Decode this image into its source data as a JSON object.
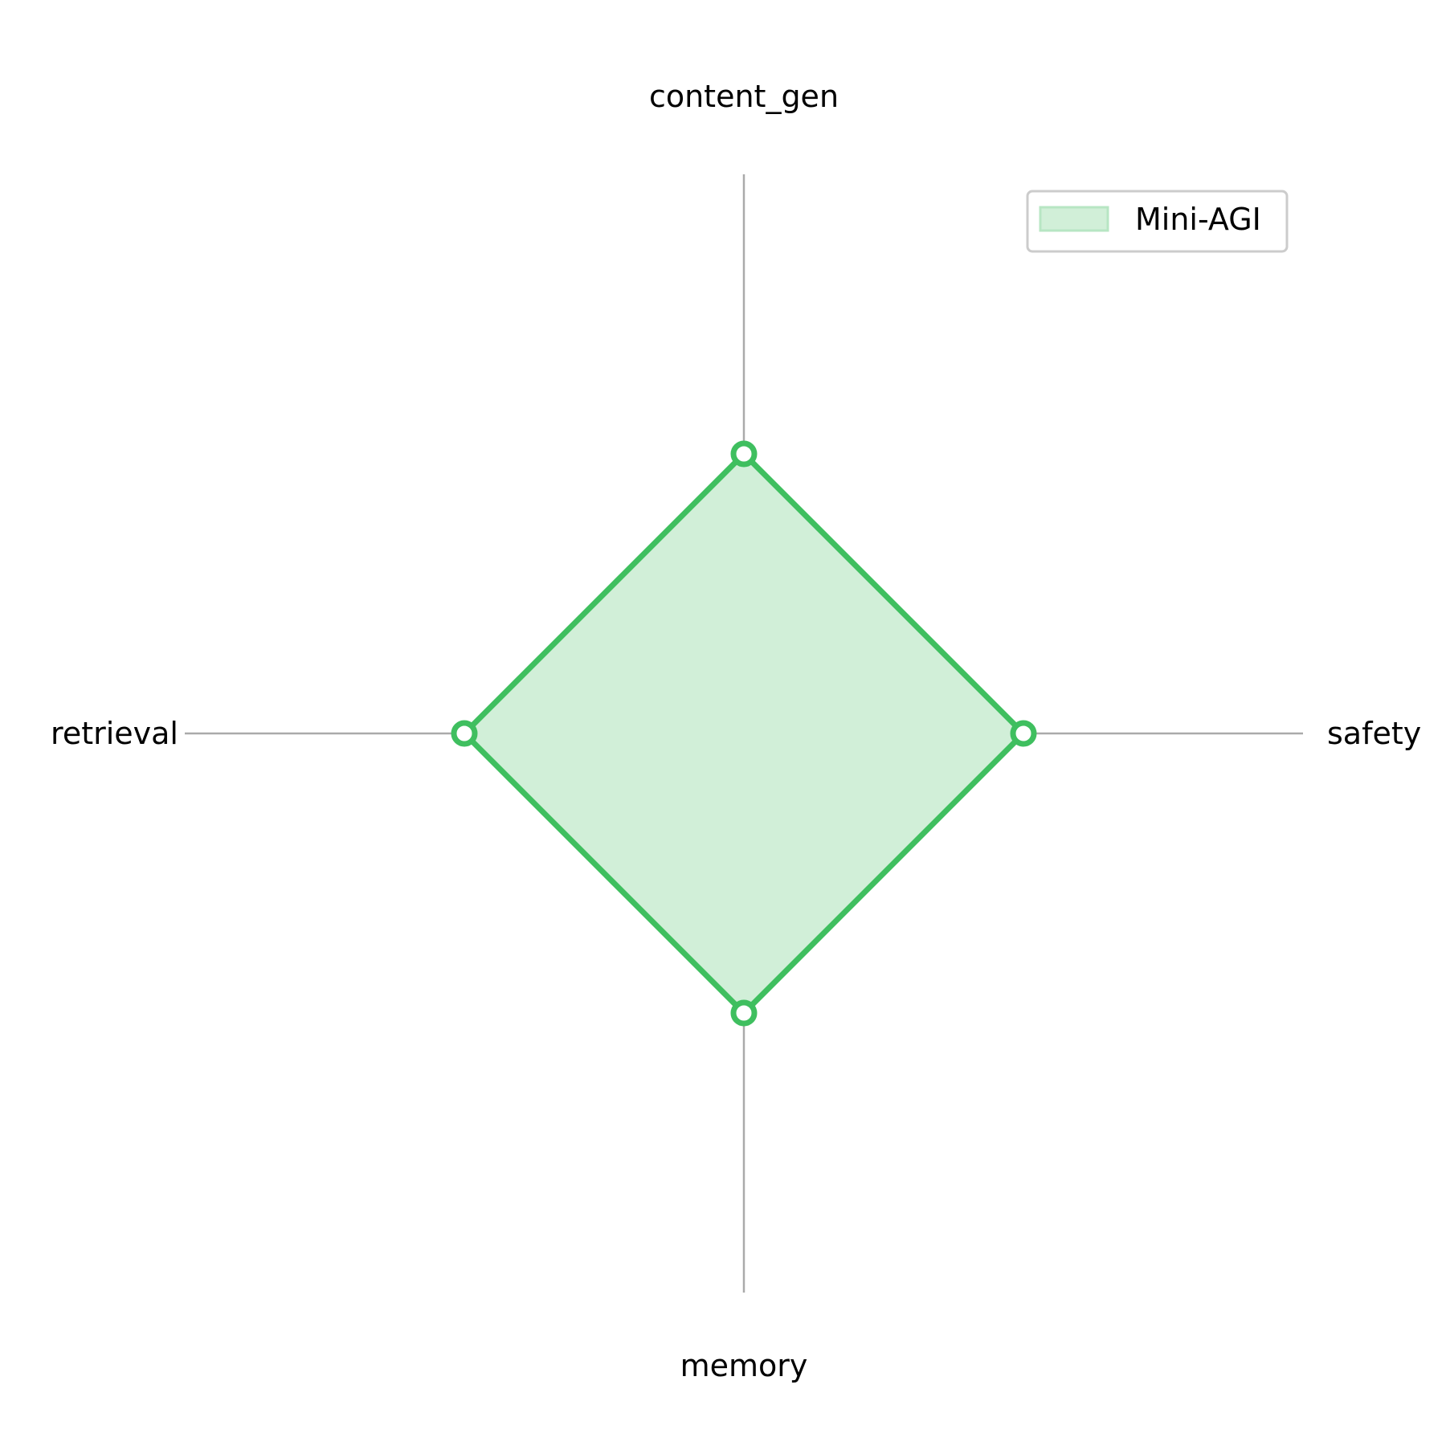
{
  "chart_data": {
    "type": "radar",
    "axes": [
      "content_gen",
      "safety",
      "memory",
      "retrieval"
    ],
    "rlim": [
      0,
      1
    ],
    "grid": false,
    "legend_position": "top-right",
    "series": [
      {
        "name": "Mini-AGI",
        "values": [
          0.5,
          0.5,
          0.5,
          0.5
        ],
        "color": "#3fbf5f",
        "fill_color": "#d1efd8"
      }
    ]
  },
  "colors": {
    "spoke": "#aaaaaa",
    "legend_border": "#cccccc",
    "legend_background": "#ffffff"
  }
}
